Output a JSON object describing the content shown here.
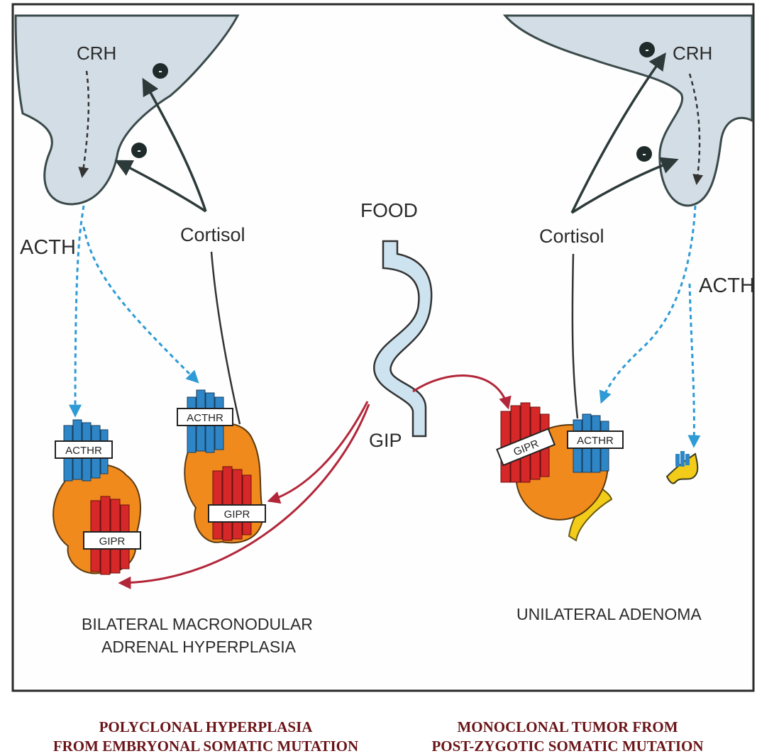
{
  "colors": {
    "pituitary_fill": "#d3dde5",
    "adrenal_orange": "#f08a1c",
    "receptor_red": "#d62828",
    "receptor_blue": "#2f86c6",
    "acth_arrow": "#2e9ad6",
    "gip_arrow": "#b3263a",
    "gut_fill": "#cde3ef",
    "caption": "#6a1418",
    "adrenal_yellow": "#f2cc19"
  },
  "left_panel": {
    "crh": "CRH",
    "acth": "ACTH",
    "cortisol": "Cortisol",
    "inhibit_top": "-",
    "inhibit_bottom": "-",
    "nodule1_acthr": "ACTHR",
    "nodule1_gipr": "GIPR",
    "nodule2_acthr": "ACTHR",
    "nodule2_gipr": "GIPR",
    "title_line1": "BILATERAL MACRONODULAR",
    "title_line2": "ADRENAL HYPERPLASIA"
  },
  "center": {
    "food": "FOOD",
    "gip": "GIP"
  },
  "right_panel": {
    "crh": "CRH",
    "acth": "ACTH",
    "cortisol": "Cortisol",
    "inhibit_top": "-",
    "inhibit_bottom": "-",
    "adenoma_gipr": "GIPR",
    "adenoma_acthr": "ACTHR",
    "title": "UNILATERAL ADENOMA"
  },
  "captions": {
    "left_line1": "POLYCLONAL HYPERPLASIA",
    "left_line2": "FROM EMBRYONAL SOMATIC MUTATION",
    "right_line1": "MONOCLONAL TUMOR FROM",
    "right_line2": "POST-ZYGOTIC SOMATIC MUTATION"
  }
}
